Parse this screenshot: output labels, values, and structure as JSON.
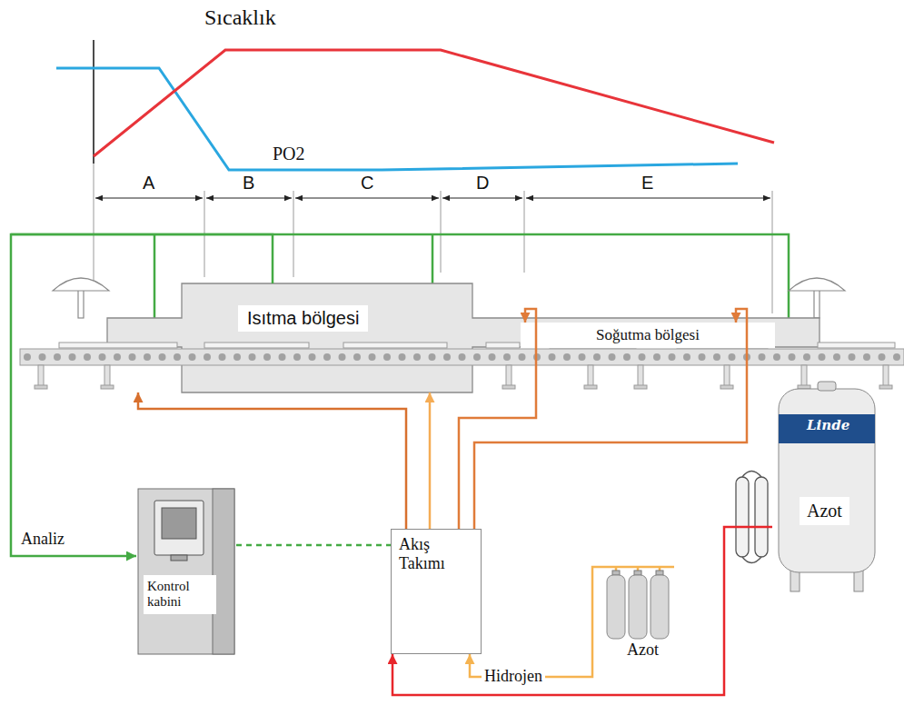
{
  "diagram": {
    "nodes": [
      {
        "text": [
          "Isıtma bölgesi"
        ]
      },
      {
        "text": [
          "Soğutma bölgesi"
        ],
        "in": 0
      },
      {
        "text": [
          "Kontrol kabini"
        ]
      },
      {
        "text": [
          "Akış Takımı"
        ]
      },
      {
        "text": [
          "Azot"
        ]
      },
      {
        "text": [
          "Azot"
        ]
      }
    ],
    "edges": [
      {
        "from": 0,
        "to": 2,
        "arrow": "to",
        "label": "Analiz"
      },
      {
        "from": 2,
        "to": 3,
        "arrow": "none"
      },
      {
        "from": 3,
        "to": 0,
        "arrow": "to"
      },
      {
        "from": 3,
        "to": 0,
        "arrow": "to"
      },
      {
        "from": 3,
        "to": 1,
        "arrow": "to"
      },
      {
        "from": 3,
        "to": 1,
        "arrow": "to"
      },
      {
        "from": 4,
        "to": 3,
        "arrow": "to",
        "label": "Hidrojen"
      },
      {
        "from": 5,
        "to": 3,
        "arrow": "to"
      }
    ],
    "labels": [
      "Sıcaklık",
      "PO2",
      "A",
      "B",
      "C",
      "D",
      "E",
      "Linde"
    ]
  }
}
